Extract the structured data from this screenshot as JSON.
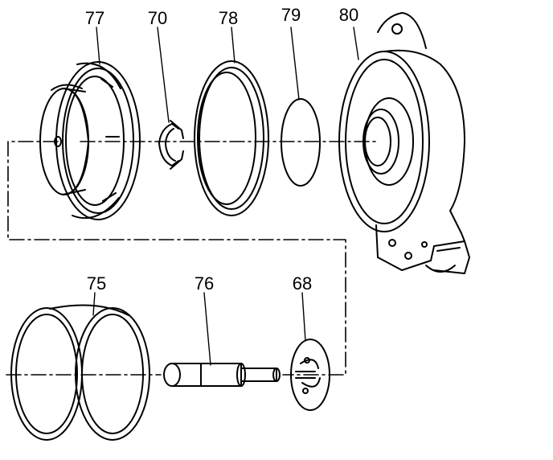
{
  "diagram": {
    "line_color": "#000000",
    "background": "#ffffff",
    "parts": [
      {
        "id": "77",
        "label": "77"
      },
      {
        "id": "70",
        "label": "70"
      },
      {
        "id": "78",
        "label": "78"
      },
      {
        "id": "79",
        "label": "79"
      },
      {
        "id": "80",
        "label": "80"
      },
      {
        "id": "75",
        "label": "75"
      },
      {
        "id": "76",
        "label": "76"
      },
      {
        "id": "68",
        "label": "68"
      }
    ]
  }
}
